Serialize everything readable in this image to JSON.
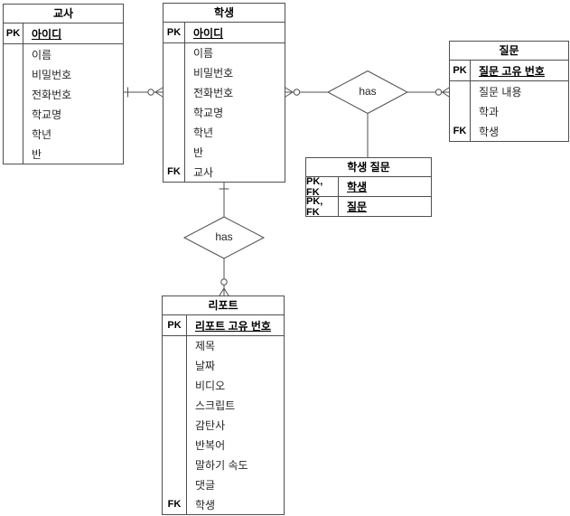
{
  "diagram": {
    "type": "entity-relationship",
    "background_color": "#ffffff",
    "line_color": "#4f4f4f",
    "text_color": "#262626"
  },
  "entities": {
    "teacher": {
      "title": "교사",
      "rows": [
        {
          "key": "PK",
          "name": "아이디"
        },
        {
          "key": "",
          "name": "이름"
        },
        {
          "key": "",
          "name": "비밀번호"
        },
        {
          "key": "",
          "name": "전화번호"
        },
        {
          "key": "",
          "name": "학교명"
        },
        {
          "key": "",
          "name": "학년"
        },
        {
          "key": "",
          "name": "반"
        }
      ]
    },
    "student": {
      "title": "학생",
      "rows": [
        {
          "key": "PK",
          "name": "아이디"
        },
        {
          "key": "",
          "name": "이름"
        },
        {
          "key": "",
          "name": "비밀번호"
        },
        {
          "key": "",
          "name": "전화번호"
        },
        {
          "key": "",
          "name": "학교명"
        },
        {
          "key": "",
          "name": "학년"
        },
        {
          "key": "",
          "name": "반"
        },
        {
          "key": "FK",
          "name": "교사"
        }
      ]
    },
    "question": {
      "title": "질문",
      "rows": [
        {
          "key": "PK",
          "name": "질문 고유 번호"
        },
        {
          "key": "",
          "name": "질문 내용"
        },
        {
          "key": "",
          "name": "학과"
        },
        {
          "key": "FK",
          "name": "학생"
        }
      ]
    },
    "student_question": {
      "title": "학생 질문",
      "rows": [
        {
          "key": "PK, FK",
          "name": "학생"
        },
        {
          "key": "PK, FK",
          "name": "질문"
        }
      ]
    },
    "report": {
      "title": "리포트",
      "rows": [
        {
          "key": "PK",
          "name": "리포트 고유 번호"
        },
        {
          "key": "",
          "name": "제목"
        },
        {
          "key": "",
          "name": "날짜"
        },
        {
          "key": "",
          "name": "비디오"
        },
        {
          "key": "",
          "name": "스크립트"
        },
        {
          "key": "",
          "name": "감탄사"
        },
        {
          "key": "",
          "name": "반복어"
        },
        {
          "key": "",
          "name": "말하기 속도"
        },
        {
          "key": "",
          "name": "댓글"
        },
        {
          "key": "FK",
          "name": "학생"
        }
      ]
    }
  },
  "relationships": [
    {
      "label": "",
      "from": "교사",
      "to": "학생",
      "from_cardinality": "one",
      "to_cardinality": "zero-or-many"
    },
    {
      "label": "has",
      "from": "학생",
      "to": "질문",
      "from_cardinality": "zero-or-many",
      "to_cardinality": "zero-or-many",
      "junction": "학생 질문"
    },
    {
      "label": "has",
      "from": "학생",
      "to": "리포트",
      "from_cardinality": "one",
      "to_cardinality": "zero-or-many"
    }
  ]
}
